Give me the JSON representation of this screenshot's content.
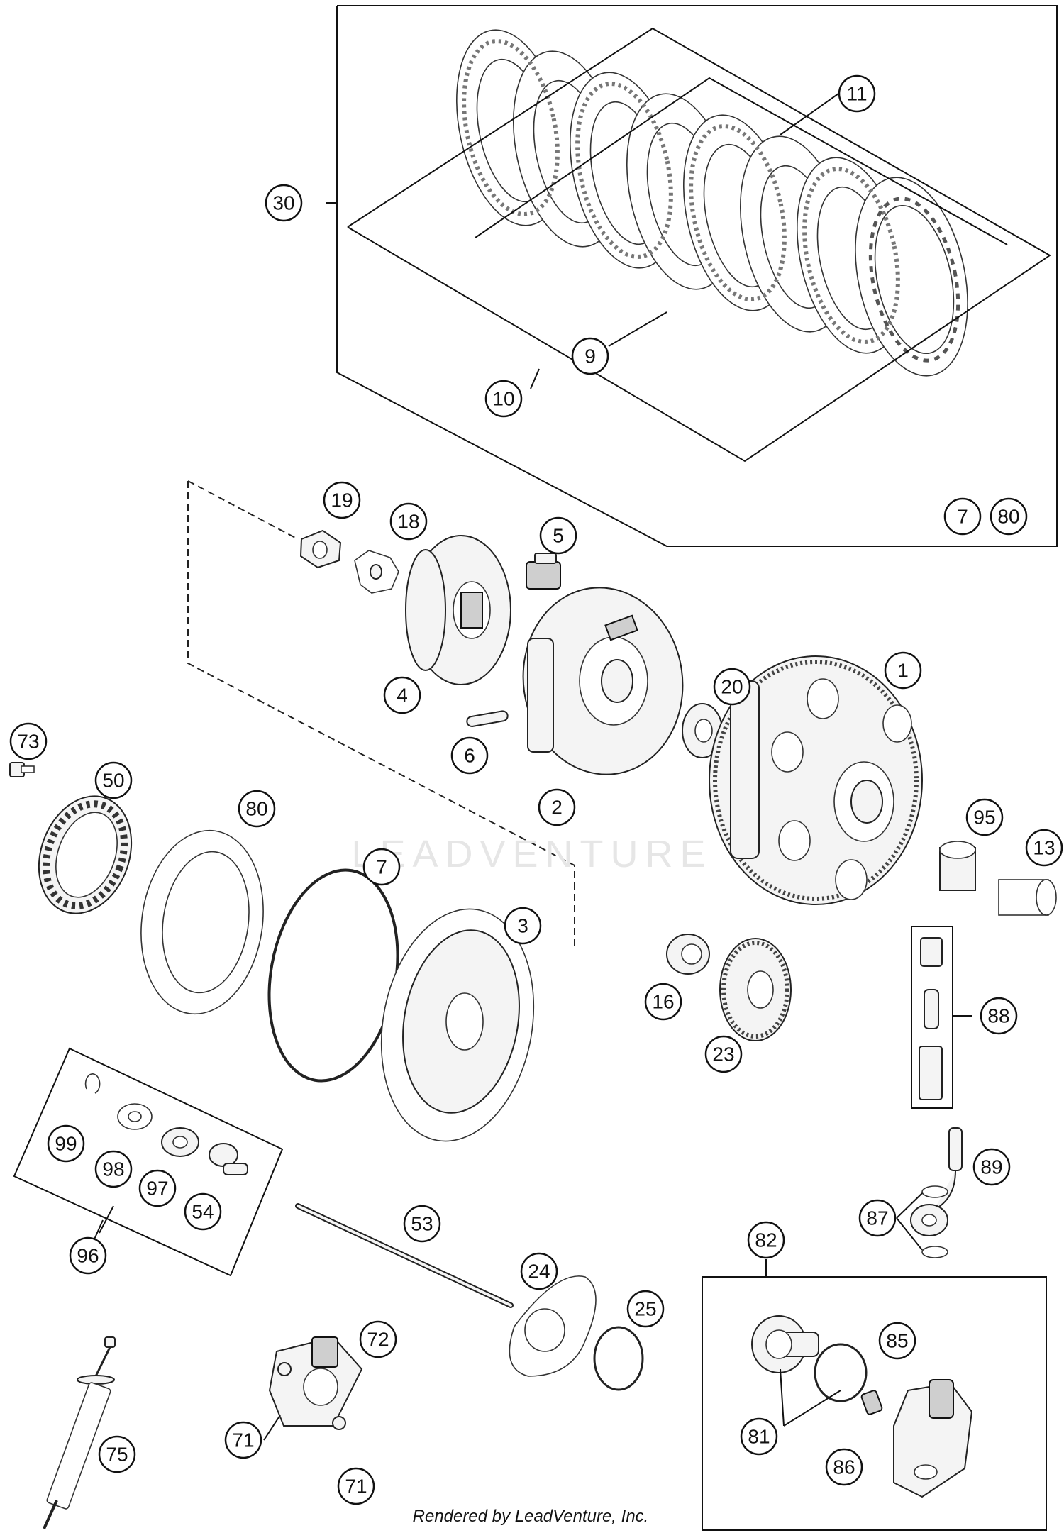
{
  "watermark": "LEADVENTURE",
  "credit": "Rendered by LeadVenture, Inc.",
  "callouts": [
    "1",
    "2",
    "3",
    "4",
    "5",
    "6",
    "7",
    "7",
    "9",
    "10",
    "11",
    "13",
    "16",
    "18",
    "19",
    "20",
    "23",
    "24",
    "25",
    "30",
    "50",
    "53",
    "54",
    "71",
    "71",
    "72",
    "73",
    "75",
    "80",
    "80",
    "81",
    "82",
    "85",
    "86",
    "87",
    "88",
    "89",
    "95",
    "96",
    "97",
    "98",
    "99"
  ]
}
